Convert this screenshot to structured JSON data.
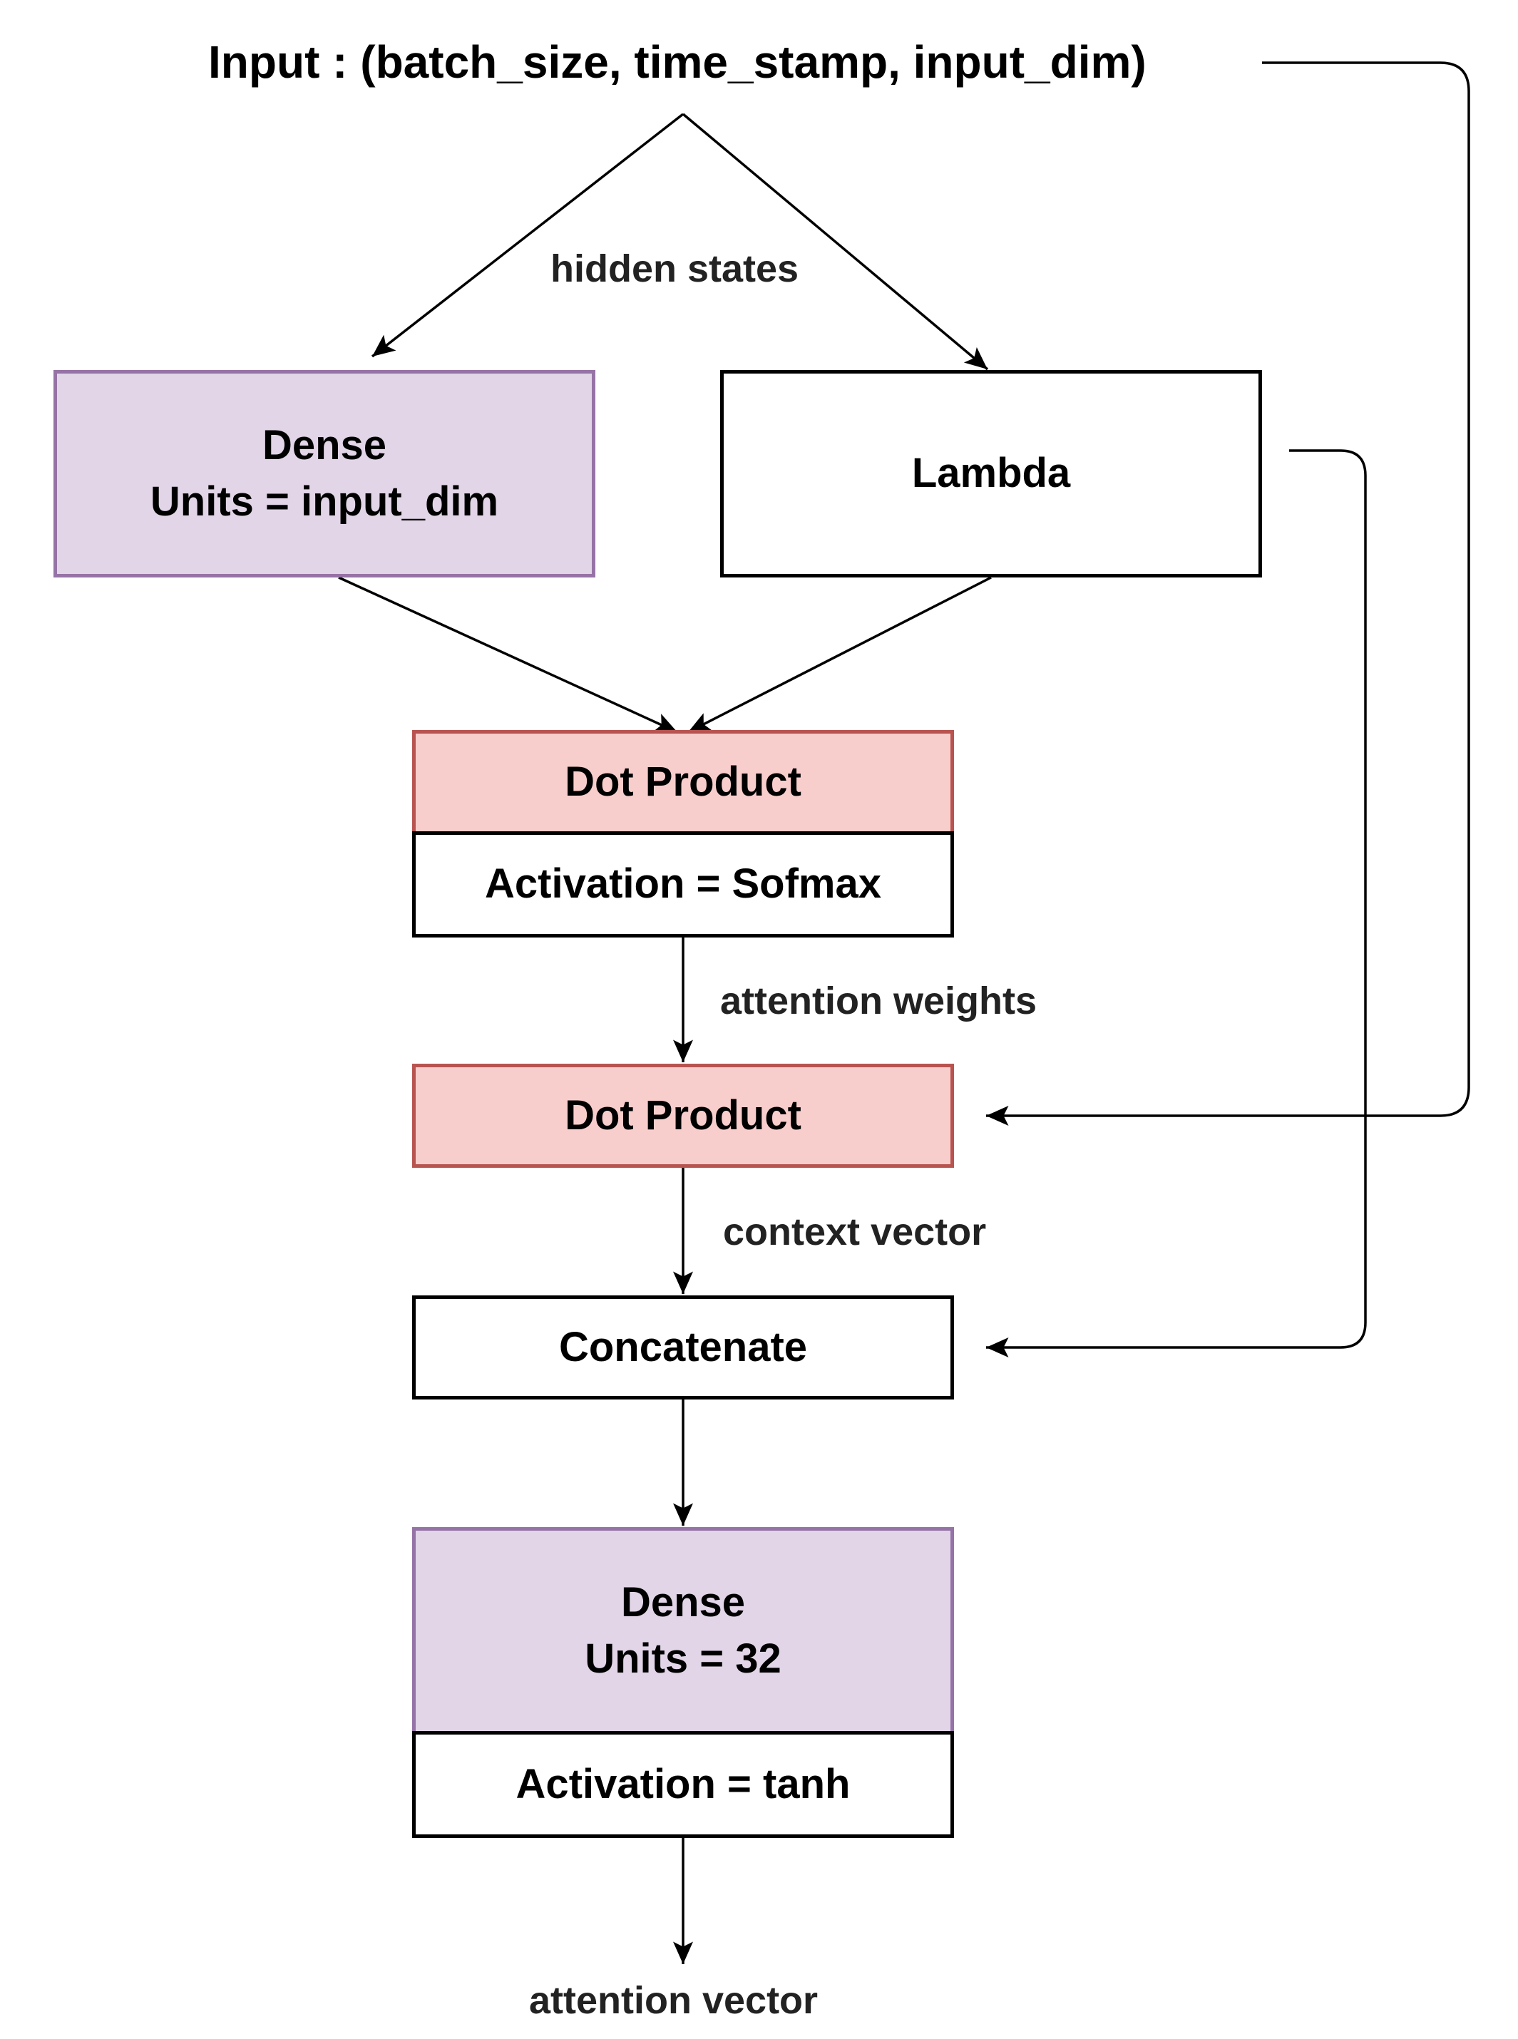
{
  "input_label": "Input : (batch_size, time_stamp, input_dim)",
  "edge_labels": {
    "hidden_states": "hidden states",
    "attention_weights": "attention weights",
    "context_vector": "context vector",
    "attention_vector": "attention vector"
  },
  "nodes": {
    "dense_1": {
      "title": "Dense",
      "detail": "Units = input_dim"
    },
    "lambda": {
      "title": "Lambda"
    },
    "dot_product_1": {
      "title": "Dot Product",
      "activation": "Activation = Sofmax"
    },
    "dot_product_2": {
      "title": "Dot Product"
    },
    "concatenate": {
      "title": "Concatenate"
    },
    "dense_2": {
      "title": "Dense",
      "detail": "Units = 32",
      "activation": "Activation = tanh"
    }
  },
  "colors": {
    "purple_fill": "#e1d5e7",
    "purple_stroke": "#9673a6",
    "red_fill": "#f8cecc",
    "red_stroke": "#b85450"
  }
}
